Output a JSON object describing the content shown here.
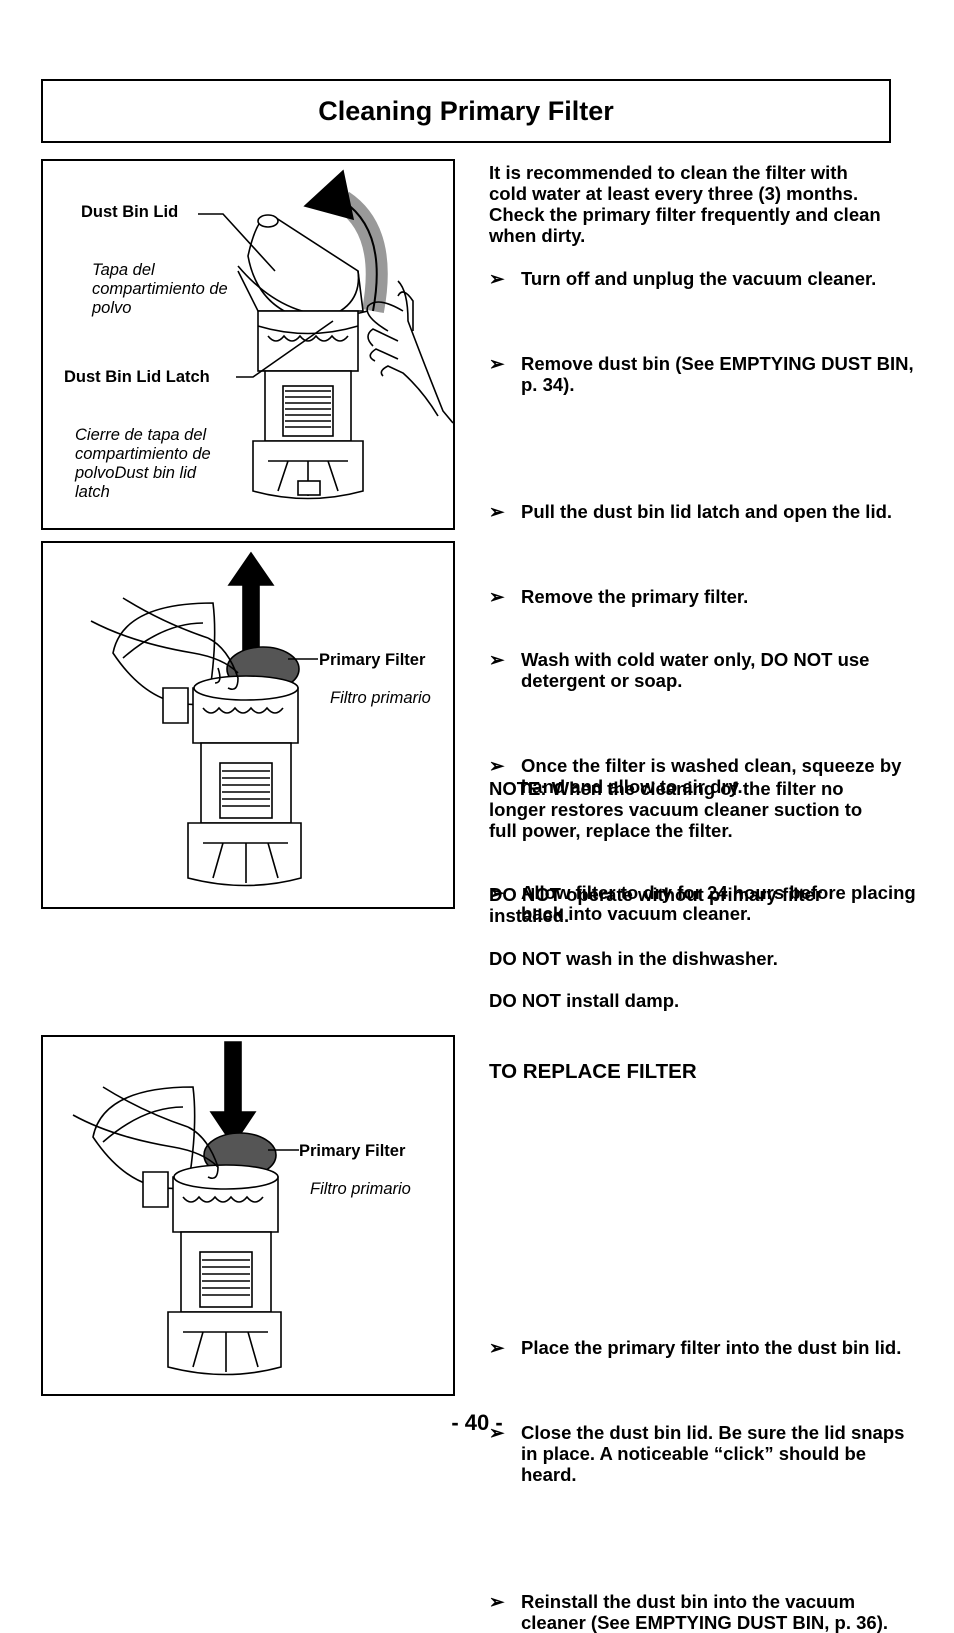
{
  "page": {
    "title": "Cleaning Primary Filter",
    "page_number": "- 40 -"
  },
  "figure1": {
    "label_lid": "Dust Bin Lid",
    "label_lid_es": "Tapa del compartimiento de polvo",
    "label_latch": "Dust Bin Lid Latch",
    "label_latch_es": "Cierre de tapa del compartimiento de polvoDust bin lid latch"
  },
  "figure2": {
    "label_filter": "Primary Filter",
    "label_filter_es": "Filtro primario"
  },
  "figure3": {
    "label_filter": "Primary Filter",
    "label_filter_es": "Filtro primario"
  },
  "instructions": {
    "intro": "It is recommended to clean the  filter with cold water at least every three (3) months.  Check the primary filter frequently and clean when dirty.",
    "bullet": "➢",
    "steps": [
      "Turn off and unplug the vacuum cleaner.",
      "Remove dust bin (See EMPTYING DUST BIN, p. 34).",
      "Pull the dust bin lid latch and open the lid.",
      "Remove the primary filter.",
      "Wash with cold water only, DO NOT use detergent or soap.",
      "Once the filter is washed clean, squeeze by hand and allow to air dry.",
      "Allow filter to dry for 24 hours before placing back into vacuum cleaner."
    ],
    "note": "NOTE: When the cleaning of the filter no longer restores vacuum cleaner suction to full power, replace the filter.",
    "warning1": "DO NOT operate without primary filter installed.",
    "warning2": "DO NOT wash in the dishwasher.",
    "warning3": "DO NOT install damp."
  },
  "replace": {
    "heading": "TO REPLACE FILTER",
    "steps": [
      "Place the primary filter into the dust bin lid.",
      "Close the dust bin lid.  Be sure the lid snaps in place.  A noticeable “click” should be heard.",
      "Reinstall the dust bin into the vacuum cleaner (See EMPTYING DUST BIN, p. 36)."
    ]
  }
}
